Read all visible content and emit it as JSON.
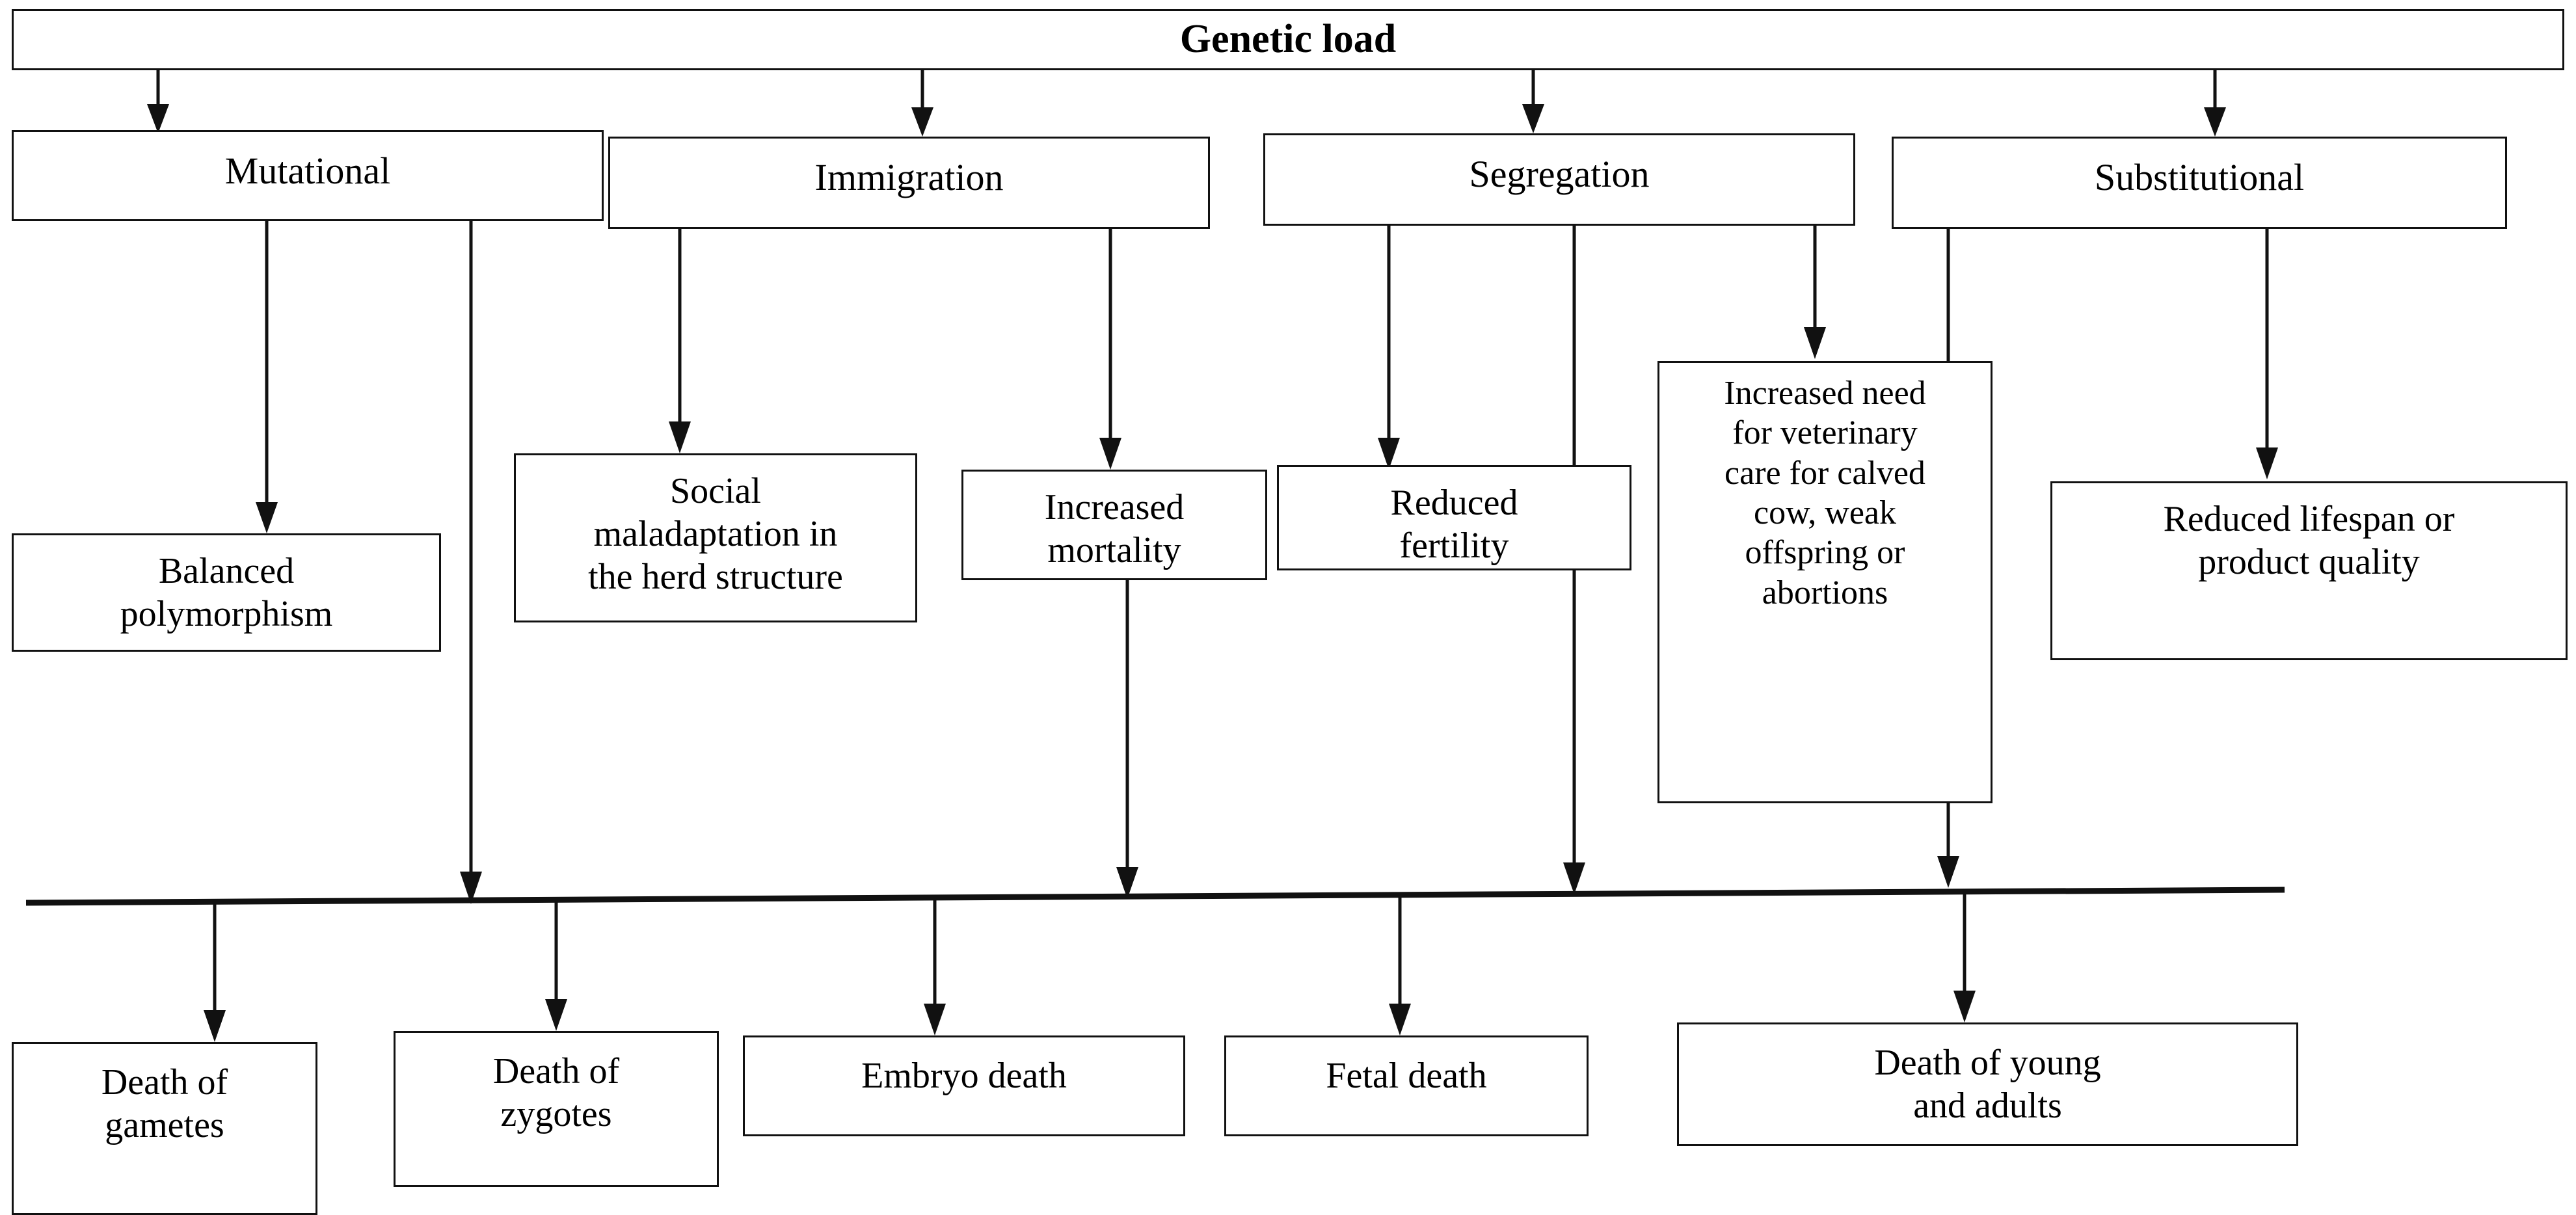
{
  "diagram": {
    "title_node": {
      "label": "Genetic load"
    },
    "level2": [
      {
        "id": "mutational",
        "label": "Mutational"
      },
      {
        "id": "immigration",
        "label": "Immigration"
      },
      {
        "id": "segregation",
        "label": "Segregation"
      },
      {
        "id": "substitutional",
        "label": "Substitutional"
      }
    ],
    "middle": [
      {
        "id": "balanced-polymorphism",
        "label": "Balanced\npolymorphism"
      },
      {
        "id": "social-maladaptation",
        "label": "Social\nmaladaptation in\nthe herd structure"
      },
      {
        "id": "increased-mortality",
        "label": "Increased\nmortality"
      },
      {
        "id": "reduced-fertility",
        "label": "Reduced\nfertility"
      },
      {
        "id": "veterinary-care",
        "label": "Increased need\nfor veterinary\ncare for calved\ncow, weak\noffspring or\nabortions"
      },
      {
        "id": "reduced-lifespan",
        "label": "Reduced lifespan or\nproduct quality"
      }
    ],
    "bottom": [
      {
        "id": "death-of-gametes",
        "label": "Death of\ngametes"
      },
      {
        "id": "death-of-zygotes",
        "label": "Death of\nzygotes"
      },
      {
        "id": "embryo-death",
        "label": "Embryo death"
      },
      {
        "id": "fetal-death",
        "label": "Fetal death"
      },
      {
        "id": "death-of-young-adults",
        "label": "Death of young\nand adults"
      }
    ],
    "colors": {
      "stroke": "#111111",
      "background": "#ffffff",
      "text": "#000000"
    }
  }
}
